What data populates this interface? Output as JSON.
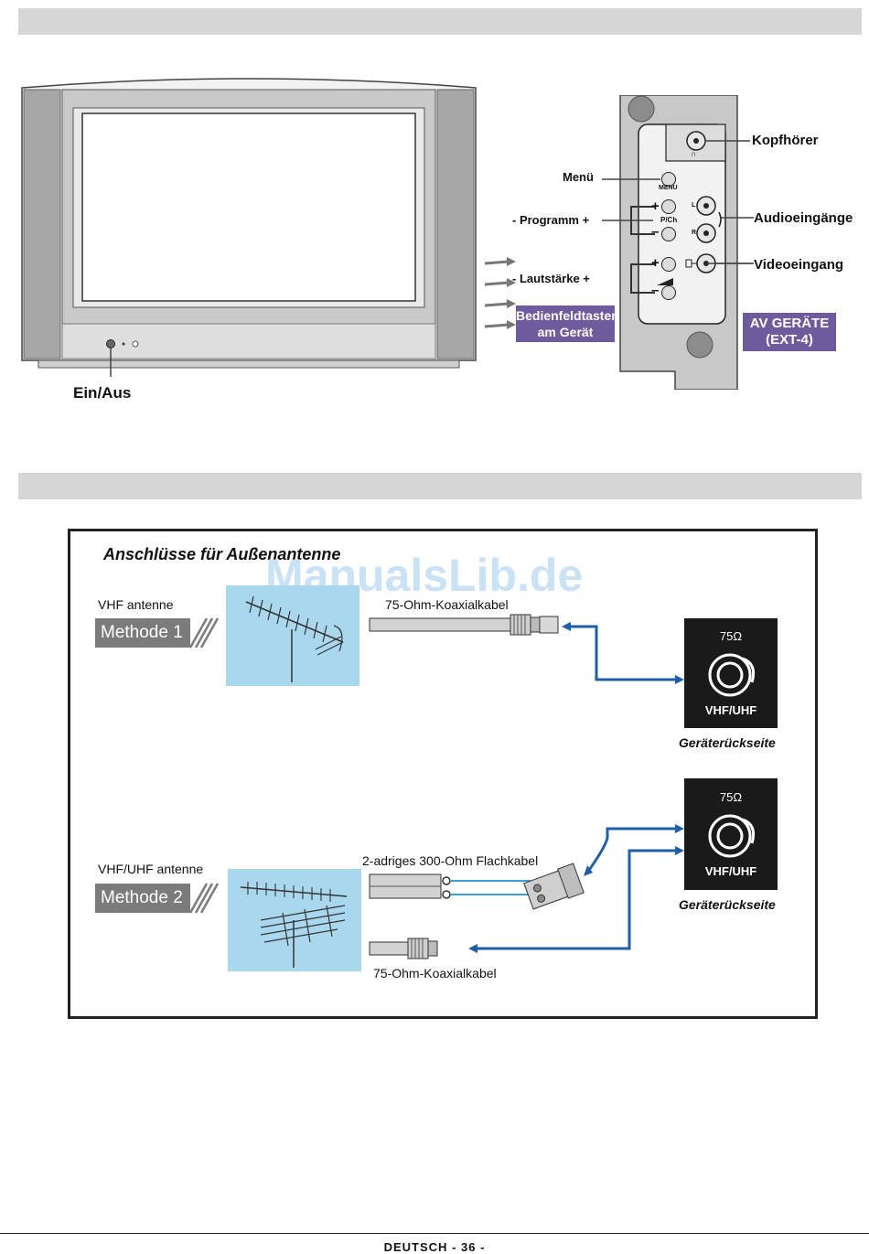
{
  "section1": {
    "labels": {
      "power": "Ein/Aus",
      "headphones": "Kopfhörer",
      "menu": "Menü",
      "menu_small": "MENU",
      "program": "- Programm +",
      "pch_small": "P/Ch",
      "volume": "- Lautstärke +",
      "audio_inputs": "Audioeingänge",
      "video_input": "Videoeingang",
      "left_small": "L",
      "right_small": "R",
      "plus": "+",
      "minus": "–"
    },
    "panel_caption_line1": "Bedienfeldtasten",
    "panel_caption_line2": "am Gerät",
    "av_caption_line1": "AV GERÄTE",
    "av_caption_line2": "(EXT-4)"
  },
  "section2": {
    "title": "Anschlüsse für Außenantenne",
    "watermark": "ManualsLib.de",
    "method1": {
      "antenna_label": "VHF antenne",
      "badge": "Methode 1",
      "cable_label": "75-Ohm-Koaxialkabel",
      "jack_ohm": "75Ω",
      "jack_label": "VHF/UHF",
      "caption": "Geräterückseite"
    },
    "method2": {
      "antenna_label": "VHF/UHF antenne",
      "badge": "Methode 2",
      "flat_cable_label": "2-adriges 300-Ohm Flachkabel",
      "coax_label": "75-Ohm-Koaxialkabel",
      "jack_ohm": "75Ω",
      "jack_label": "VHF/UHF",
      "caption": "Geräterückseite"
    }
  },
  "footer": {
    "language": "DEUTSCH",
    "page": "- 36 -"
  },
  "colors": {
    "accent_purple": "#6e5b9e",
    "cable_blue": "#1f5fa8",
    "sky": "#a9d8ee",
    "header_bar": "#d6d6d6"
  }
}
